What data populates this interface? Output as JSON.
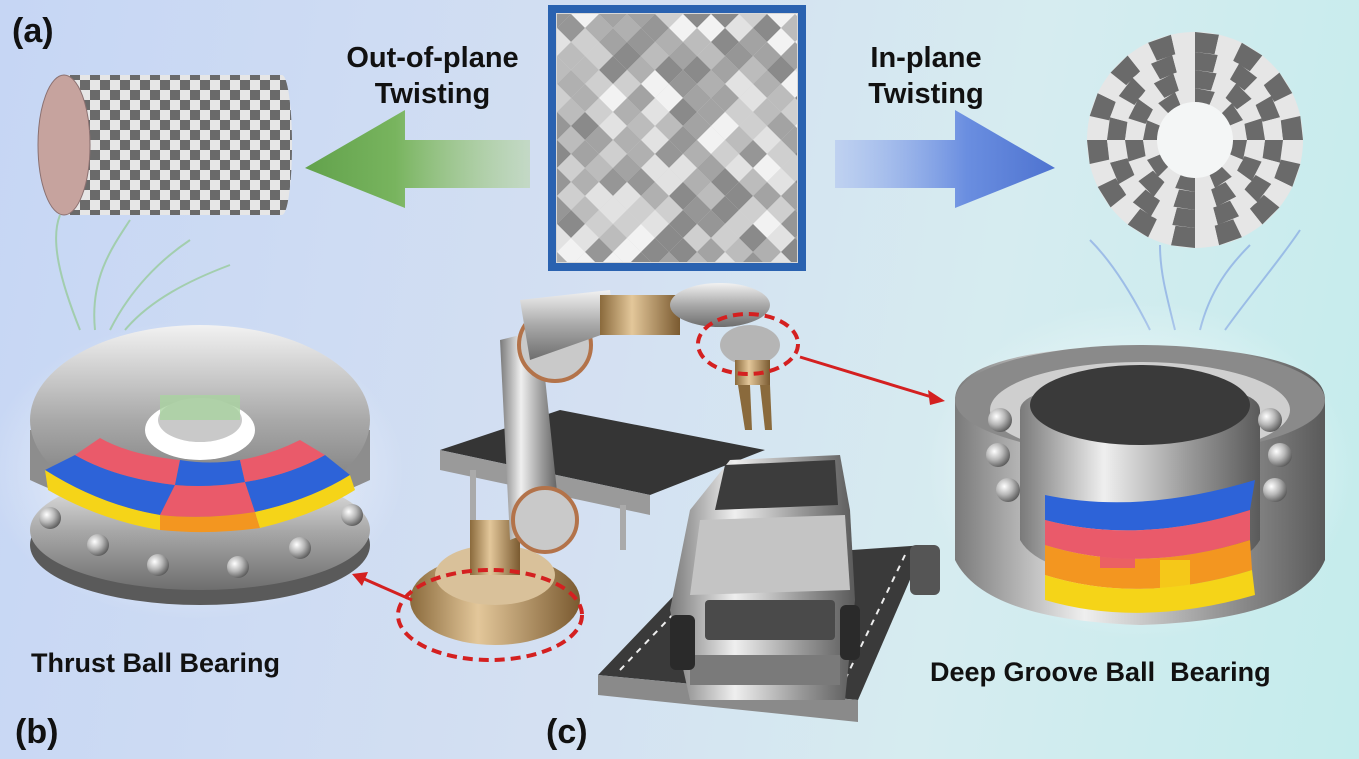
{
  "labels": {
    "panel_a": "(a)",
    "panel_b": "(b)",
    "panel_c": "(c)",
    "out_of_plane_line1": "Out-of-plane",
    "out_of_plane_line2": "Twisting",
    "in_plane_line1": "In-plane",
    "in_plane_line2": "Twisting",
    "thrust_ball_bearing": "Thrust Ball Bearing",
    "deep_groove_ball_bearing": "Deep Groove Ball  Bearing"
  },
  "colors": {
    "left_arrow": "#6fae5a",
    "right_arrow": "#5a7fd6",
    "frame_border": "#2a62b0",
    "checker_dark": "#6a6a6a",
    "checker_light": "#e6e6e6",
    "highlight_ring": "#d42020",
    "pointer_arrow": "#d42020",
    "pad_blue": "#2d63d8",
    "pad_pink": "#ea5a6a",
    "pad_orange": "#f39620",
    "pad_yellow": "#f5d418"
  }
}
